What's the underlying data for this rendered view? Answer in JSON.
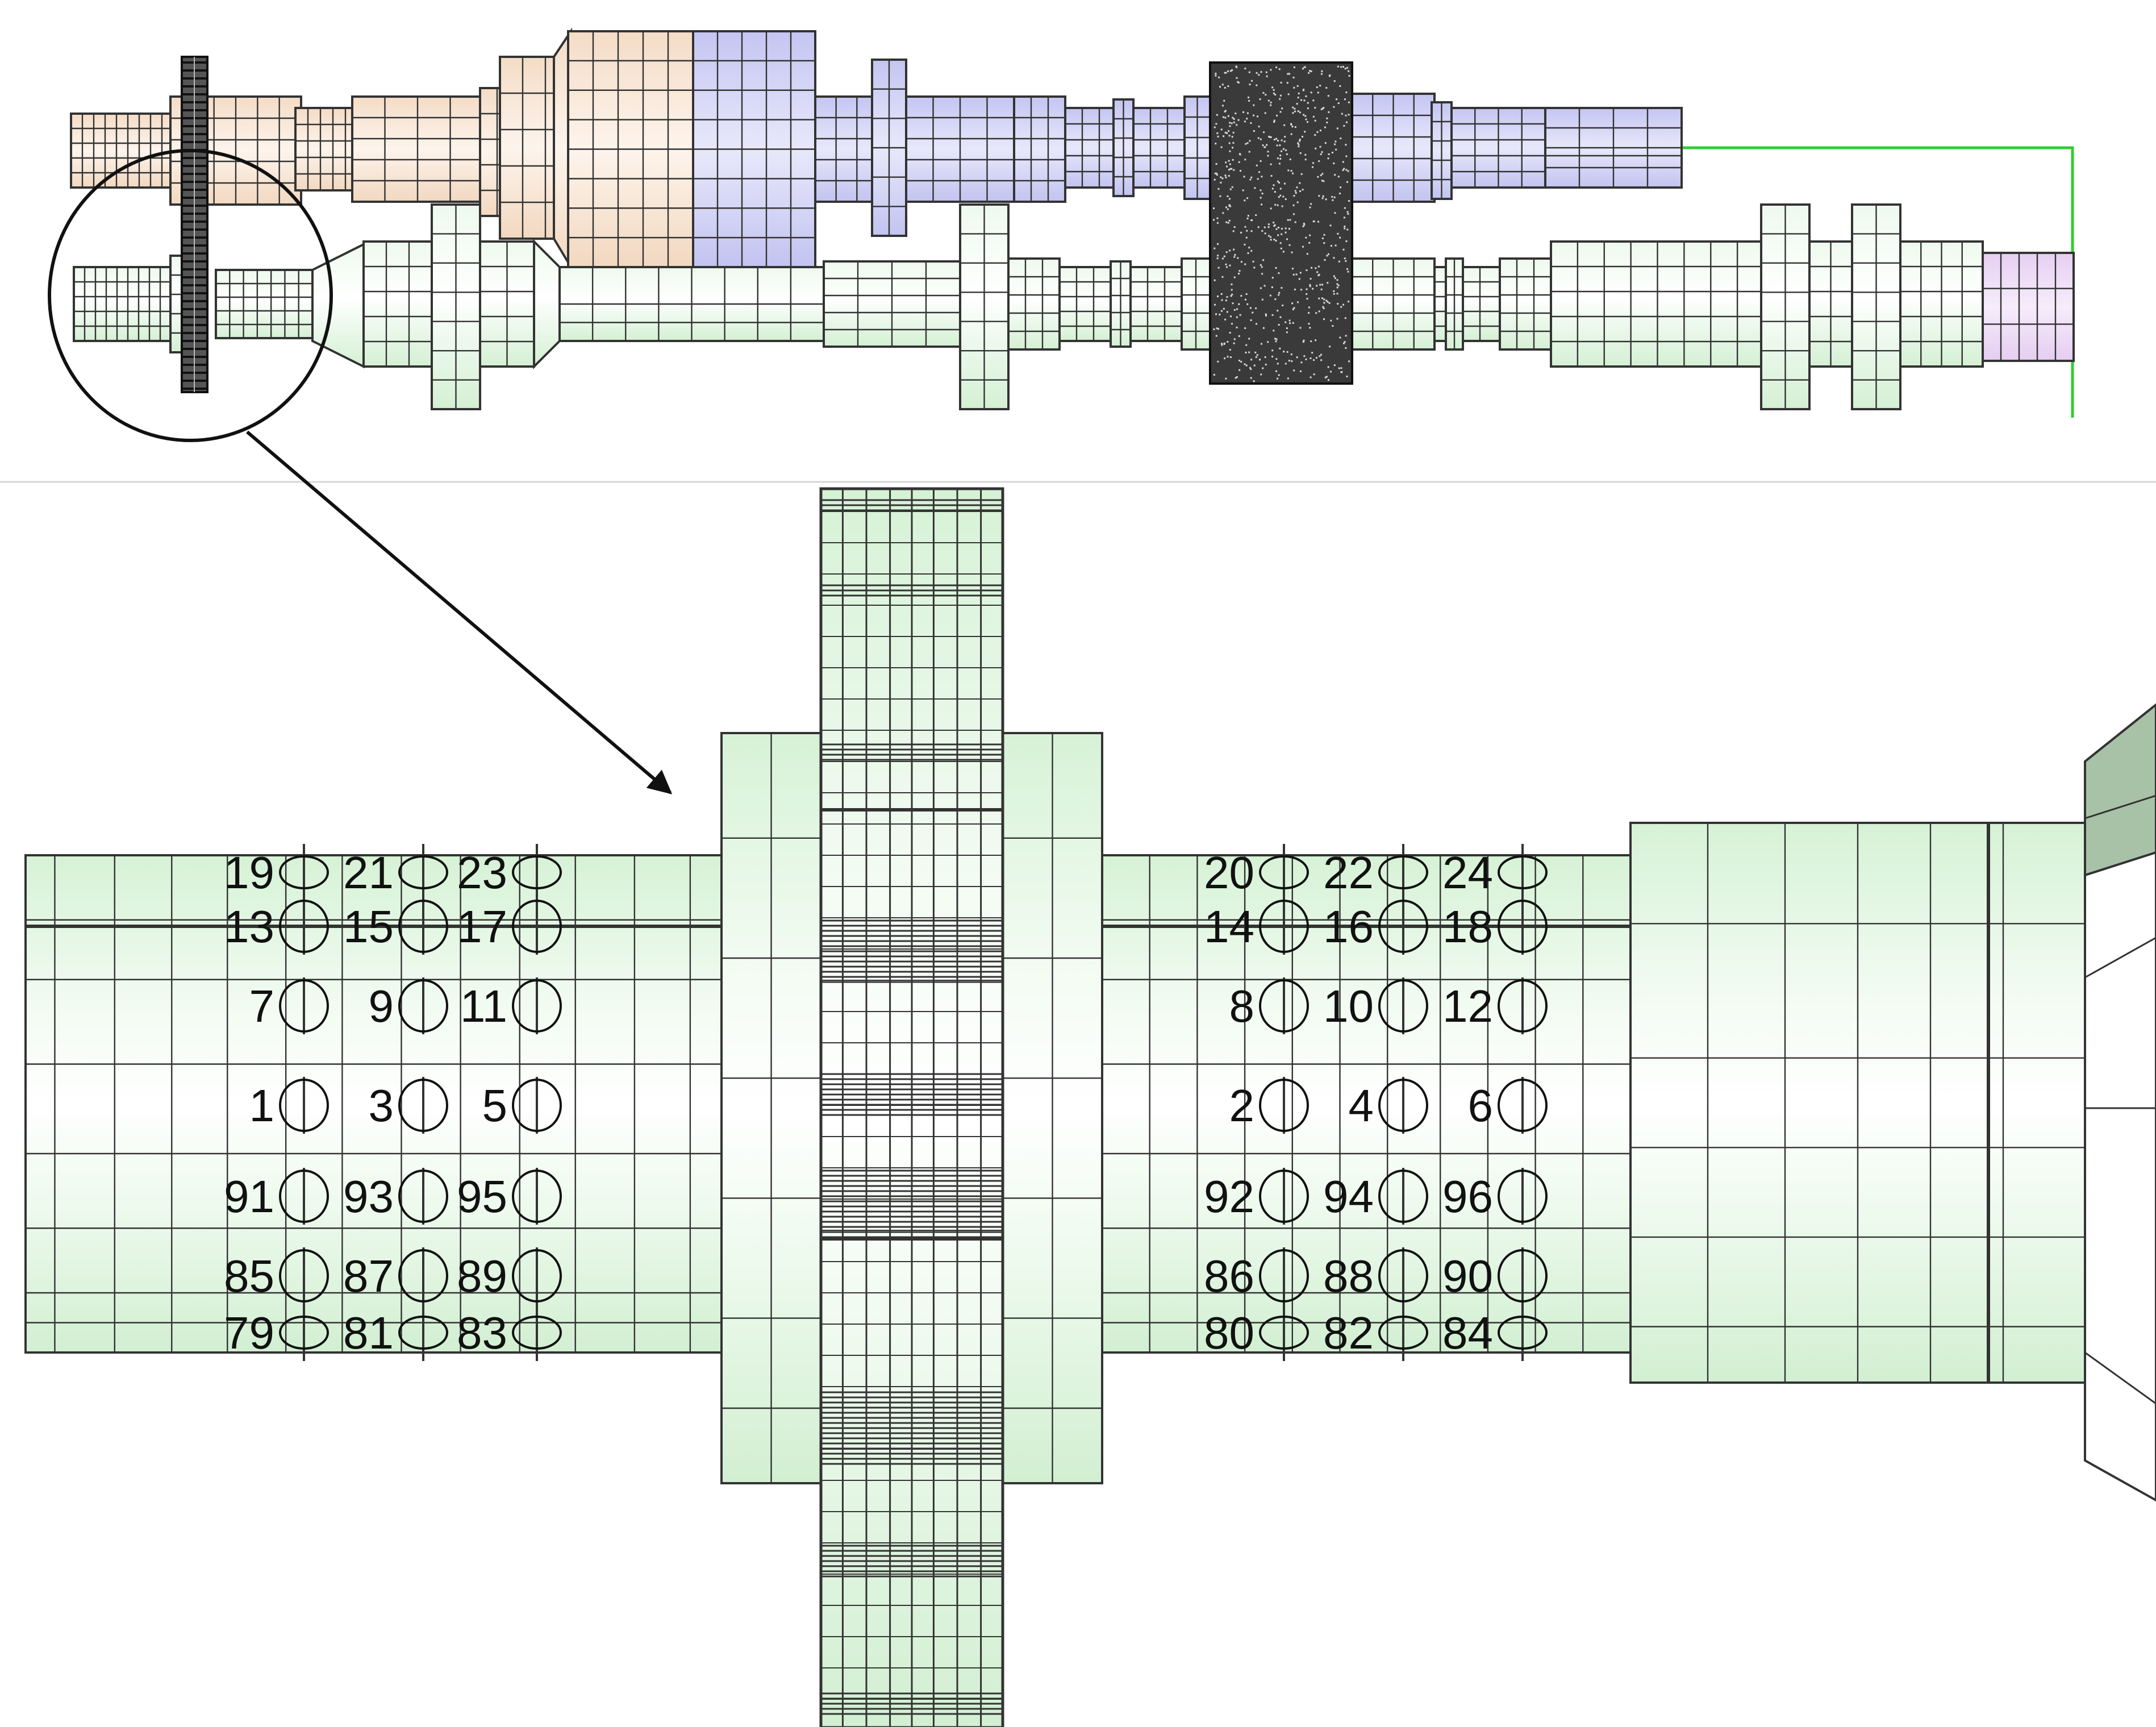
{
  "colors": {
    "background": "#ffffff",
    "mesh_line": "#333333",
    "gear_dark": "#3a3a3a",
    "shaft_green": "#dcf3dc",
    "shaft_green_light": "#f3fbf3",
    "shaft_peach": "#f7e2cf",
    "shaft_peach_light": "#fbeee2",
    "shaft_blue": "#cccdf4",
    "shaft_blue_light": "#e3e3fa",
    "shaft_violet": "#ecd8f5",
    "guide_green": "#33cc33",
    "separator": "#d6d6d6",
    "zoom_pointer": "#111111"
  },
  "detail": {
    "left_points": [
      {
        "label": "19"
      },
      {
        "label": "21"
      },
      {
        "label": "23"
      },
      {
        "label": "13"
      },
      {
        "label": "15"
      },
      {
        "label": "17"
      },
      {
        "label": "7"
      },
      {
        "label": "9"
      },
      {
        "label": "11"
      },
      {
        "label": "1"
      },
      {
        "label": "3"
      },
      {
        "label": "5"
      },
      {
        "label": "91"
      },
      {
        "label": "93"
      },
      {
        "label": "95"
      },
      {
        "label": "85"
      },
      {
        "label": "87"
      },
      {
        "label": "89"
      },
      {
        "label": "79"
      },
      {
        "label": "81"
      },
      {
        "label": "83"
      }
    ],
    "right_points": [
      {
        "label": "20"
      },
      {
        "label": "22"
      },
      {
        "label": "24"
      },
      {
        "label": "14"
      },
      {
        "label": "16"
      },
      {
        "label": "18"
      },
      {
        "label": "8"
      },
      {
        "label": "10"
      },
      {
        "label": "12"
      },
      {
        "label": "2"
      },
      {
        "label": "4"
      },
      {
        "label": "6"
      },
      {
        "label": "92"
      },
      {
        "label": "94"
      },
      {
        "label": "96"
      },
      {
        "label": "86"
      },
      {
        "label": "88"
      },
      {
        "label": "90"
      },
      {
        "label": "80"
      },
      {
        "label": "82"
      },
      {
        "label": "84"
      }
    ]
  }
}
